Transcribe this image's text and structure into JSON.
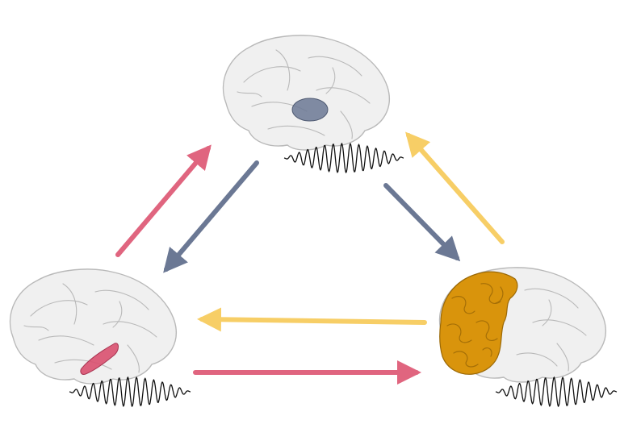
{
  "nodes": [
    {
      "id": "top",
      "highlight": "deep-central-region",
      "highlight_color": "#6b7894"
    },
    {
      "id": "left",
      "highlight": "temporal-region",
      "highlight_color": "#d9506f"
    },
    {
      "id": "right",
      "highlight": "frontal-lobe",
      "highlight_color": "#d9940c"
    }
  ],
  "edges": [
    {
      "from": "left",
      "to": "top",
      "color": "#e0657f"
    },
    {
      "from": "top",
      "to": "left",
      "color": "#6b7894"
    },
    {
      "from": "top",
      "to": "right",
      "color": "#6b7894"
    },
    {
      "from": "right",
      "to": "top",
      "color": "#f7ce66"
    },
    {
      "from": "right",
      "to": "left",
      "color": "#f7ce66"
    },
    {
      "from": "left",
      "to": "right",
      "color": "#e0657f"
    }
  ],
  "colors": {
    "brain_fill": "#eeeeee",
    "brain_stroke": "#b9b9b9",
    "signal": "#111111"
  }
}
